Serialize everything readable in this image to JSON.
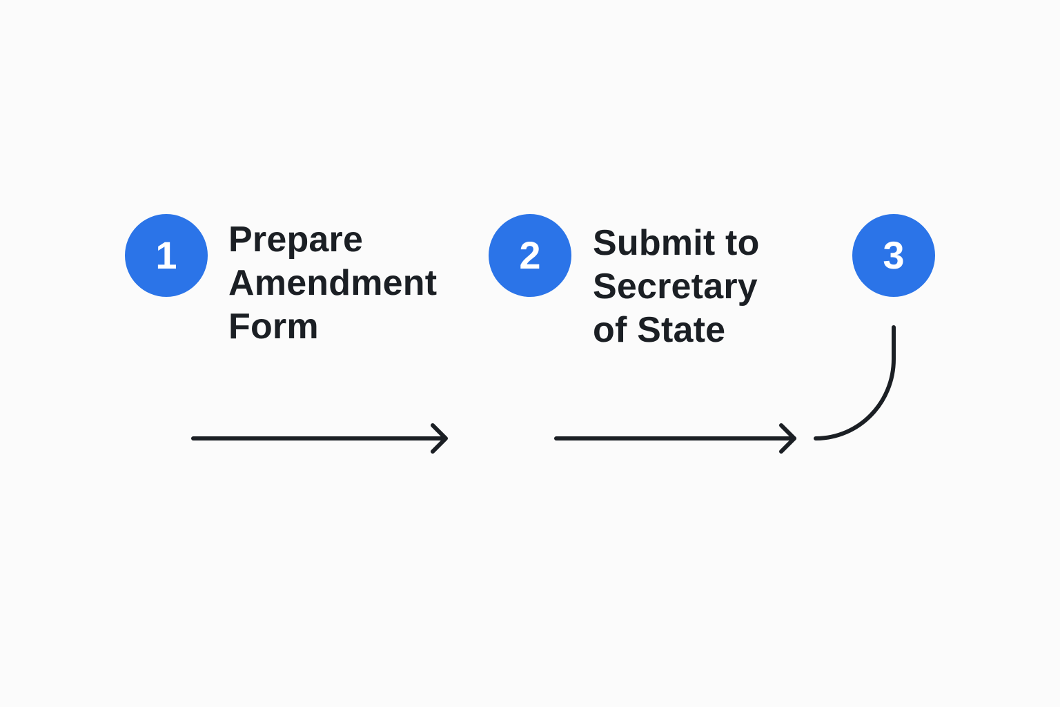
{
  "theme": {
    "accent": "#2b74e8",
    "ink": "#1b1f24",
    "background": "#fbfbfb"
  },
  "steps": [
    {
      "number": "1",
      "label_lines": [
        "Prepare",
        "Amendment",
        "Form"
      ]
    },
    {
      "number": "2",
      "label_lines": [
        "Submit to",
        "Secretary",
        "of State"
      ]
    },
    {
      "number": "3",
      "label_lines": []
    }
  ],
  "connectors": [
    {
      "from": "1",
      "to": "2",
      "shape": "straight-arrow"
    },
    {
      "from": "2",
      "to": "3",
      "shape": "straight-arrow"
    },
    {
      "from": "3",
      "to": "2",
      "shape": "curved-line"
    }
  ]
}
